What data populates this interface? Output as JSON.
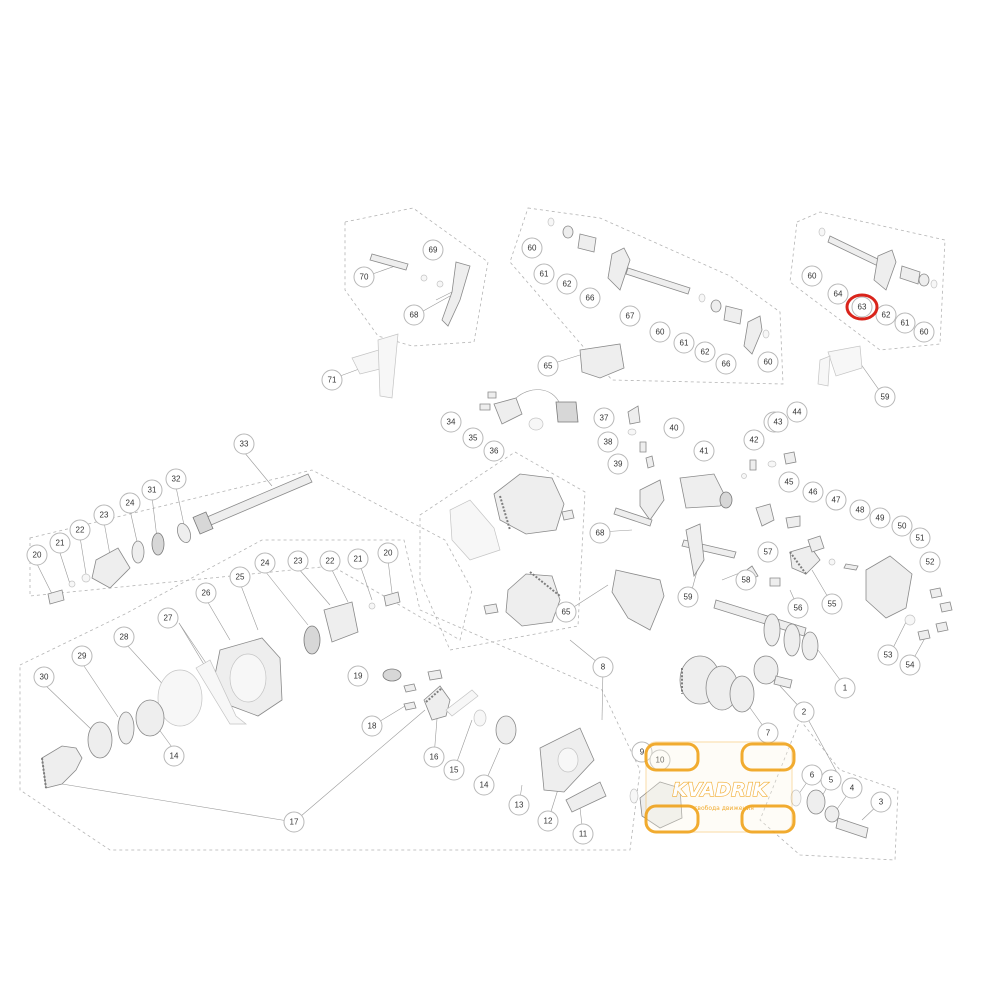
{
  "diagram": {
    "highlighted_part": "63",
    "colors": {
      "highlight": "#d9241b",
      "watermark": "#f0a41e",
      "outline": "#b4b4b4",
      "part_stroke": "#8a8a8a"
    },
    "callouts": [
      "1",
      "2",
      "3",
      "4",
      "5",
      "6",
      "7",
      "8",
      "9",
      "10",
      "11",
      "12",
      "13",
      "14",
      "14",
      "15",
      "16",
      "17",
      "18",
      "19",
      "20",
      "20",
      "21",
      "21",
      "22",
      "22",
      "23",
      "23",
      "24",
      "24",
      "25",
      "26",
      "27",
      "28",
      "29",
      "30",
      "31",
      "32",
      "33",
      "34",
      "35",
      "36",
      "37",
      "38",
      "38",
      "39",
      "40",
      "41",
      "42",
      "43",
      "44",
      "45",
      "46",
      "47",
      "48",
      "49",
      "50",
      "51",
      "52",
      "53",
      "54",
      "55",
      "56",
      "57",
      "58",
      "59",
      "59",
      "60",
      "60",
      "60",
      "60",
      "60",
      "61",
      "61",
      "61",
      "62",
      "62",
      "62",
      "63",
      "64",
      "65",
      "65",
      "66",
      "66",
      "67",
      "68",
      "68",
      "69",
      "70",
      "71"
    ]
  },
  "watermark": {
    "brand": "KVADRIK",
    "tagline": "свобода движения"
  }
}
